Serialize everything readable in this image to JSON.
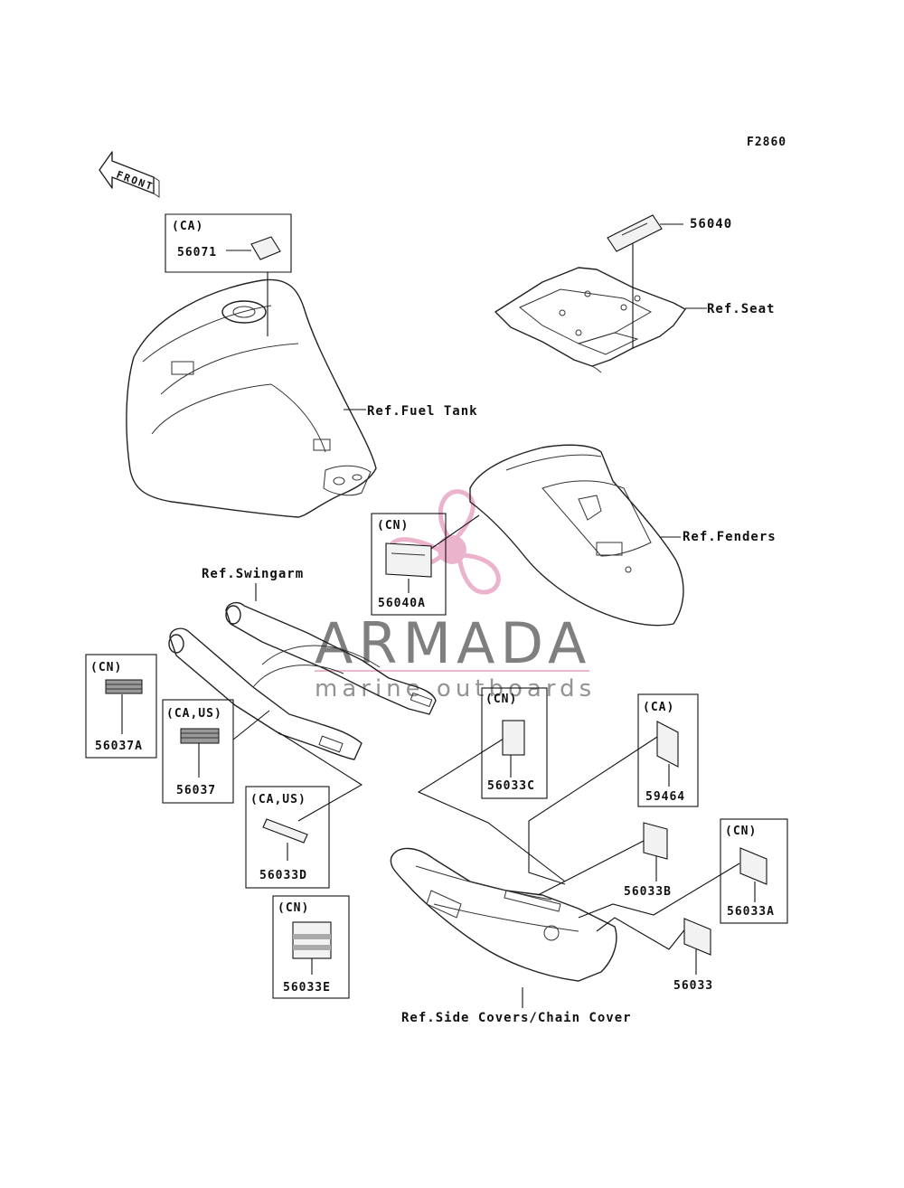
{
  "figure_code": "F2860",
  "front_arrow": {
    "label": "FRONT",
    "icon": "front-direction-arrow-icon"
  },
  "watermark": {
    "title": "ARMADA",
    "subtitle": "marine outboards",
    "logo_color": "#e8a6c4",
    "icon": "propeller-logo-icon"
  },
  "references": {
    "fuel_tank": "Ref.Fuel Tank",
    "seat": "Ref.Seat",
    "fenders": "Ref.Fenders",
    "swingarm": "Ref.Swingarm",
    "side_covers": "Ref.Side Covers/Chain Cover"
  },
  "parts": {
    "p56071": {
      "region": "(CA)",
      "code": "56071"
    },
    "p56040": {
      "code": "56040"
    },
    "p56040A": {
      "region": "(CN)",
      "code": "56040A"
    },
    "p56037A": {
      "region": "(CN)",
      "code": "56037A"
    },
    "p56037": {
      "region": "(CA,US)",
      "code": "56037"
    },
    "p56033D": {
      "region": "(CA,US)",
      "code": "56033D"
    },
    "p56033E": {
      "region": "(CN)",
      "code": "56033E"
    },
    "p56033C": {
      "region": "(CN)",
      "code": "56033C"
    },
    "p59464": {
      "region": "(CA)",
      "code": "59464"
    },
    "p56033B": {
      "code": "56033B"
    },
    "p56033A": {
      "region": "(CN)",
      "code": "56033A"
    },
    "p56033": {
      "code": "56033"
    }
  }
}
